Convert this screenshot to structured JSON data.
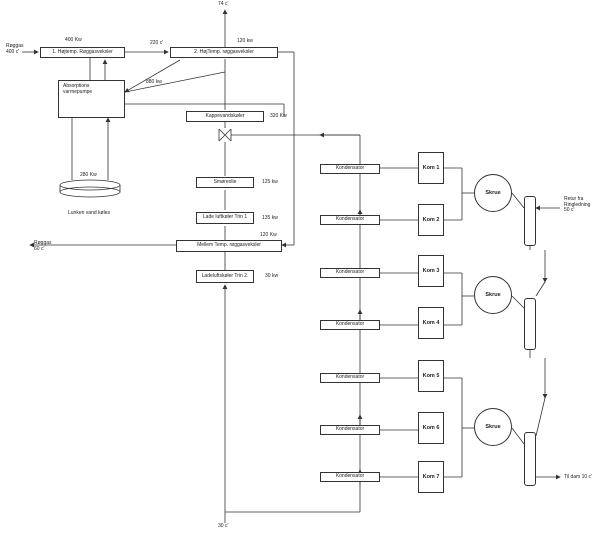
{
  "labels": {
    "top_temp": "74 c'",
    "roggas_in": "Røggas\n400 c'",
    "kw_400": "400 Kw",
    "temp_220": "220 c'",
    "kw_120_top": "120 kw",
    "kw_880": "880 kw",
    "kw_320": "320 Kw",
    "kw_280": "280 Kw",
    "lunken": "Lunken vand køles",
    "kw_125": "125 kw",
    "kw_135": "135 kw",
    "kw_120_mid": "120 Kw",
    "roggas_out": "Røggas\n60 c'",
    "kw_30": "30 kw",
    "bottom_temp": "30 c'",
    "retur": "Retur fra\nRingledning\n50 c'",
    "til_dam": "Til dam 10 c'"
  },
  "boxes": {
    "hx1": "1. Højtemp. Røggasveksler",
    "hx2": "2. HøjTemp. røggasveksler",
    "absorption": "Absorptions\nvarmepumpe",
    "kappe": "Kappevandskøler",
    "smore": "Smøreolie",
    "lade1": "Lade luftkøler Trin 1",
    "mellem": "Mellem Temp. røggasveksler",
    "lade2": "Ladeluftskøler Trin 2.",
    "kondensator": "Kondensator",
    "skrue": "Skrue"
  },
  "kompressors": [
    "Kom 1",
    "Kom 2",
    "Kom 3",
    "Kom 4",
    "Kom 5",
    "Kom 6",
    "Kom 7"
  ]
}
